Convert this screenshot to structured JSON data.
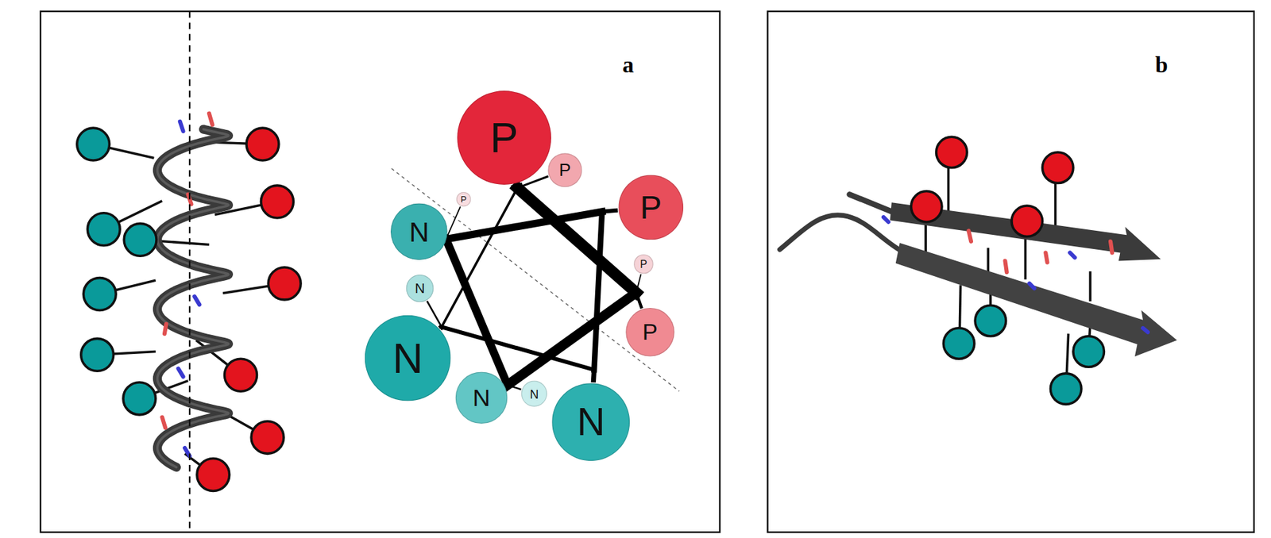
{
  "diagram": {
    "nodes": [
      {
        "text": [
          "P"
        ]
      },
      {
        "text": [
          "P"
        ]
      },
      {
        "text": [
          "P"
        ]
      },
      {
        "text": [
          "P"
        ]
      },
      {
        "text": [
          "N"
        ]
      },
      {
        "text": [
          "P"
        ]
      },
      {
        "text": [
          "N"
        ]
      },
      {
        "text": [
          "P"
        ]
      },
      {
        "text": [
          "N"
        ]
      },
      {
        "text": [
          "N"
        ]
      },
      {
        "text": [
          "N"
        ]
      },
      {
        "text": [
          "N"
        ]
      }
    ],
    "labels": [
      "a",
      "b"
    ]
  }
}
